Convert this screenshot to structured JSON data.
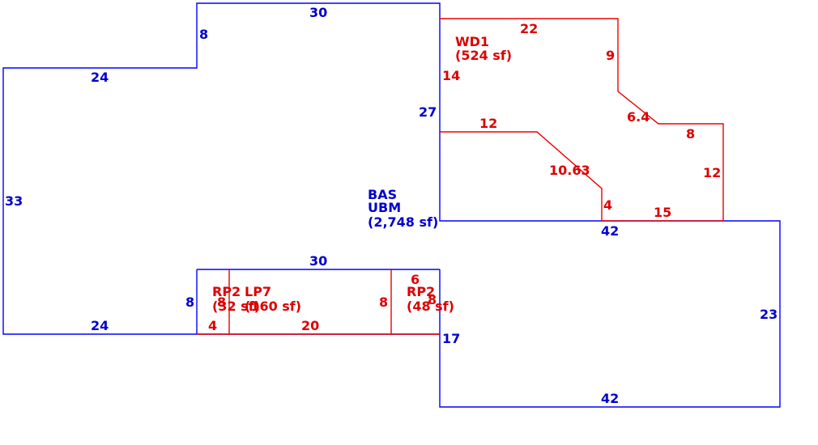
{
  "colors": {
    "base_line": "#0000ff",
    "base_text": "#0000cc",
    "addon_line": "#ee0000",
    "addon_text": "#dd0000",
    "background": "#ffffff"
  },
  "areas": {
    "bas": {
      "code": "BAS",
      "sub": "UBM",
      "area": "(2,748 sf)"
    },
    "wd1": {
      "code": "WD1",
      "area": "(524 sf)"
    },
    "rp2_left": {
      "code": "RP2",
      "area": "(32 sf)"
    },
    "lp7": {
      "code": "LP7",
      "area": "(160 sf)"
    },
    "rp2_right": {
      "code": "RP2",
      "area": "(48 sf)"
    }
  },
  "dimensions": {
    "bas_top": "30",
    "bas_notch_left": "8",
    "bas_upper_left": "24",
    "bas_left": "33",
    "bas_lower_left": "24",
    "bas_inner_left": "8",
    "bas_inner_top": "30",
    "bas_right_upper": "27",
    "bas_step": "42",
    "bas_right": "23",
    "bas_bottom": "42",
    "bas_right_lower": "17",
    "wd_top": "22",
    "wd_right_upper": "9",
    "wd_diag_upper": "6.4",
    "wd_ledge": "8",
    "wd_right_lower": "12",
    "wd_left": "14",
    "wd_inner_top": "12",
    "wd_diag_lower": "10.63",
    "wd_inner_right": "4",
    "wd_bottom": "15",
    "rp2l_height": "8",
    "rp2l_width": "4",
    "lp7_width": "20",
    "lp7_height": "8",
    "rp2r_top": "6",
    "rp2r_height": "8"
  }
}
